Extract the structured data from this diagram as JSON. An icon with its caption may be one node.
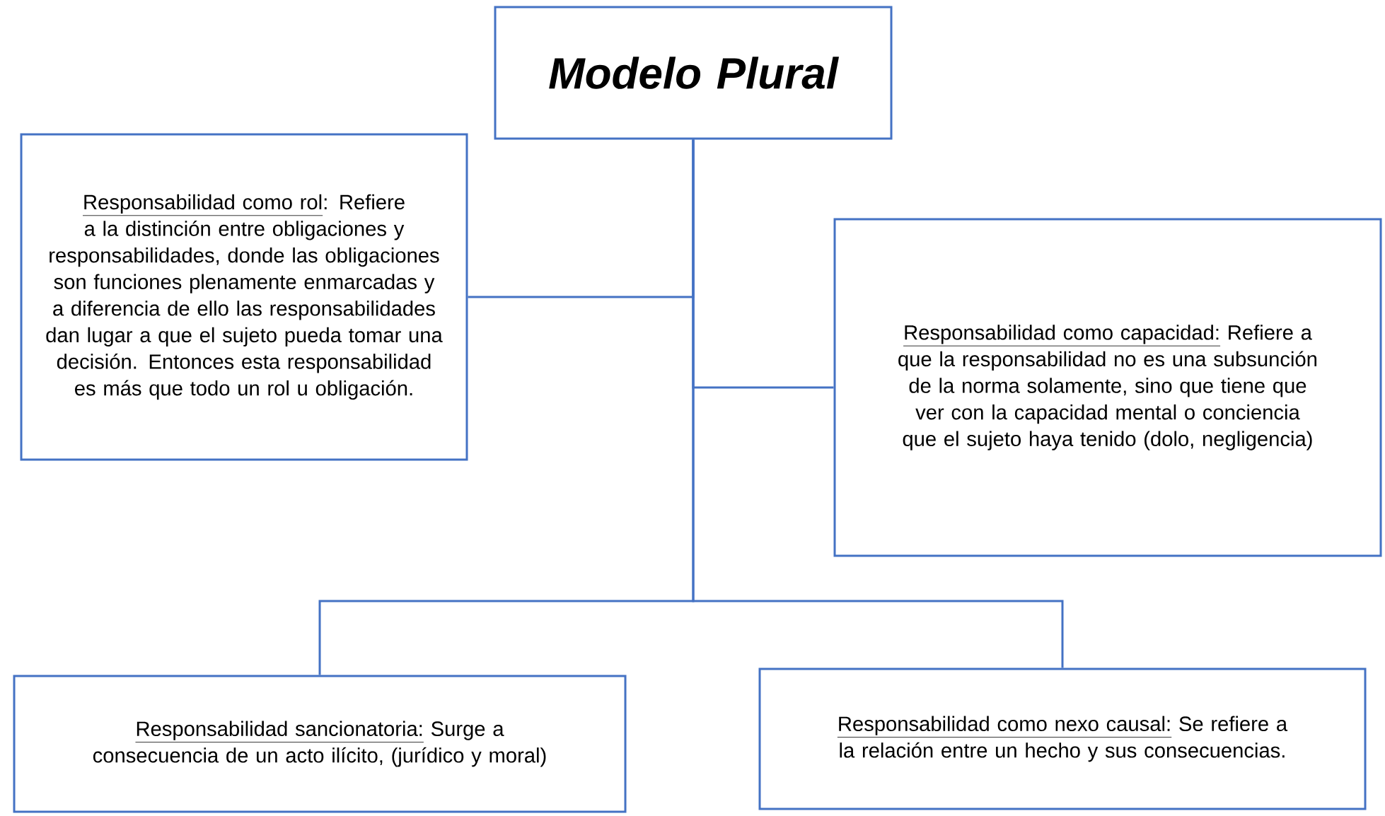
{
  "diagram": {
    "nodes": [
      {
        "text": [
          "Modelo Plural"
        ]
      },
      {
        "text": [
          "Responsabilidad como rol",
          ": Refiere a la distinción entre obligaciones y responsabilidades, donde las obligaciones son funciones plenamente enmarcadas y a diferencia de ello las responsabilidades dan lugar a que el sujeto pueda tomar una decisión. Entonces esta responsabilidad es más que todo un rol u obligación."
        ]
      },
      {
        "text": [
          "Responsabilidad como capacidad:",
          " Refiere a que la responsabilidad no es una subsunción de la norma solamente, sino que tiene que ver con la capacidad mental o conciencia que el sujeto haya tenido (dolo, negligencia)"
        ]
      },
      {
        "text": [
          "Responsabilidad sancionatoria:",
          " Surge a consecuencia de un acto ilícito, (jurídico y moral)"
        ]
      },
      {
        "text": [
          "Responsabilidad como nexo causal:",
          " Se refiere a la relación entre un hecho y sus consecuencias."
        ]
      }
    ],
    "edges": [
      {
        "from": 0,
        "to": 1,
        "arrow": "none"
      },
      {
        "from": 0,
        "to": 2,
        "arrow": "none"
      },
      {
        "from": 0,
        "to": 3,
        "arrow": "none"
      },
      {
        "from": 0,
        "to": 4,
        "arrow": "none"
      }
    ]
  }
}
